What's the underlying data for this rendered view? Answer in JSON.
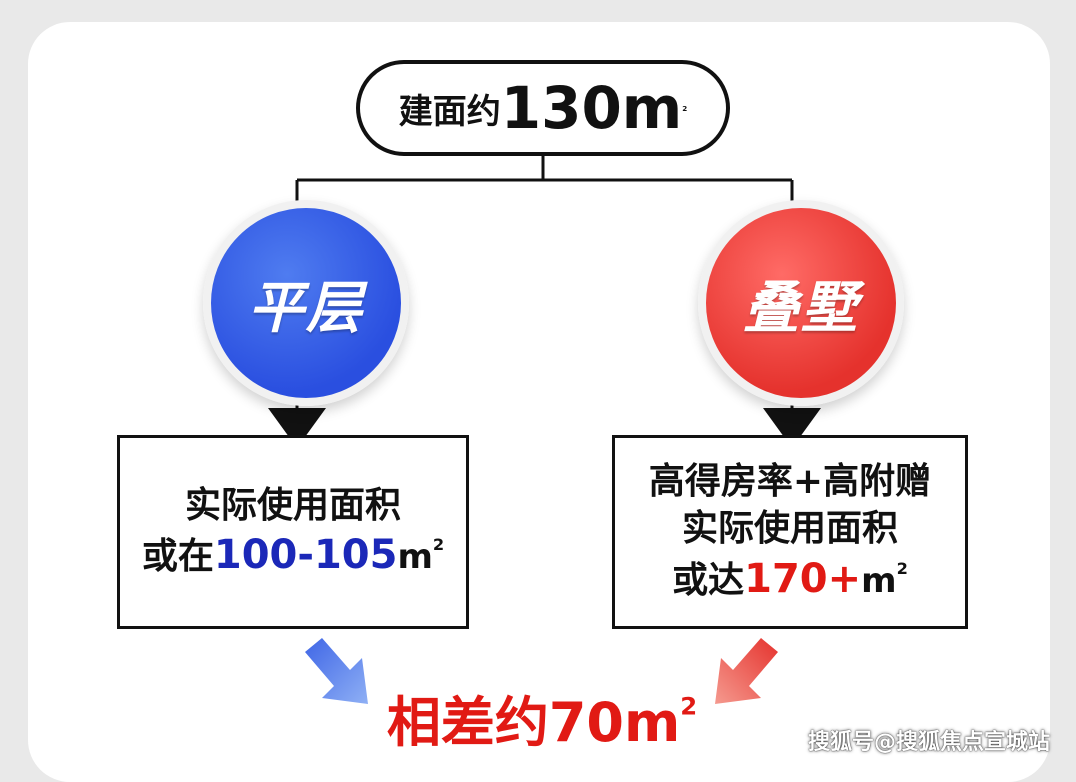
{
  "top": {
    "label": "建面约",
    "number": "130m",
    "sup": "2"
  },
  "left": {
    "circle": "平层",
    "line1": "实际使用面积",
    "prefix": "或在",
    "value": "100-105",
    "unit": "m",
    "sup": "2"
  },
  "right": {
    "circle": "叠墅",
    "line1": "高得房率+高附赠",
    "line2": "实际使用面积",
    "prefix": "或达",
    "value": "170+",
    "unit": "m",
    "sup": "2"
  },
  "bottom": {
    "text": "相差约70m",
    "sup": "2"
  },
  "watermark": "搜狐号@搜狐焦点宣城站",
  "colors": {
    "blue": "#2a4fe0",
    "red": "#e5322d",
    "accent_blue_text": "#1b28b8",
    "accent_red_text": "#e11a14"
  }
}
